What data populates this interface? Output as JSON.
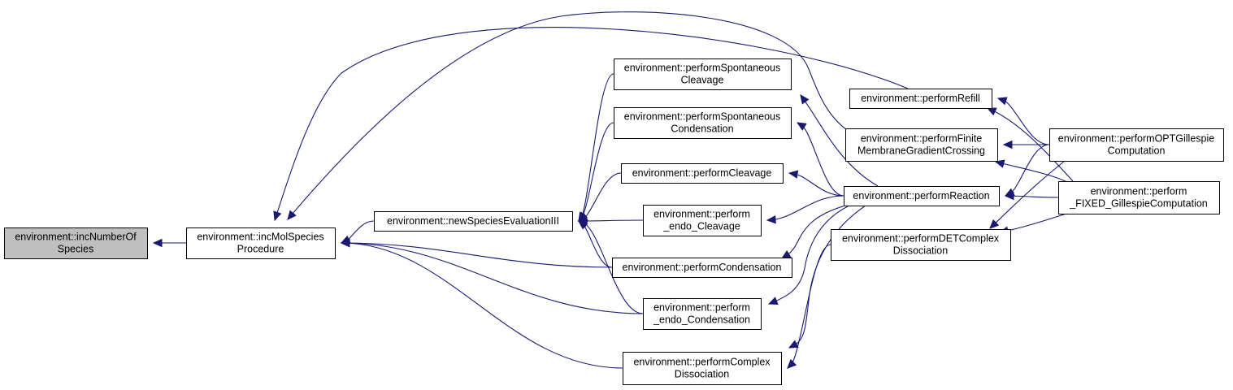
{
  "graph": {
    "nodes": [
      {
        "id": "incNumberOfSpecies",
        "lines": [
          "environment::incNumberOf",
          "Species"
        ],
        "root": true
      },
      {
        "id": "incMolSpeciesProcedure",
        "lines": [
          "environment::incMolSpecies",
          "Procedure"
        ]
      },
      {
        "id": "newSpeciesEvaluationIII",
        "lines": [
          "environment::newSpeciesEvaluationIII"
        ]
      },
      {
        "id": "performSpontaneousCleavage",
        "lines": [
          "environment::performSpontaneous",
          "Cleavage"
        ]
      },
      {
        "id": "performSpontaneousCondensation",
        "lines": [
          "environment::performSpontaneous",
          "Condensation"
        ]
      },
      {
        "id": "performCleavage",
        "lines": [
          "environment::performCleavage"
        ]
      },
      {
        "id": "perform_endo_Cleavage",
        "lines": [
          "environment::perform",
          "_endo_Cleavage"
        ]
      },
      {
        "id": "performCondensation",
        "lines": [
          "environment::performCondensation"
        ]
      },
      {
        "id": "perform_endo_Condensation",
        "lines": [
          "environment::perform",
          "_endo_Condensation"
        ]
      },
      {
        "id": "performComplexDissociation",
        "lines": [
          "environment::performComplex",
          "Dissociation"
        ]
      },
      {
        "id": "performRefill",
        "lines": [
          "environment::performRefill"
        ]
      },
      {
        "id": "performFiniteMembraneGradientCrossing",
        "lines": [
          "environment::performFinite",
          "MembraneGradientCrossing"
        ]
      },
      {
        "id": "performReaction",
        "lines": [
          "environment::performReaction"
        ]
      },
      {
        "id": "performDETComplexDissociation",
        "lines": [
          "environment::performDETComplex",
          "Dissociation"
        ]
      },
      {
        "id": "performOPTGillespieComputation",
        "lines": [
          "environment::performOPTGillespie",
          "Computation"
        ]
      },
      {
        "id": "perform_FIXED_GillespieComputation",
        "lines": [
          "environment::perform",
          "_FIXED_GillespieComputation"
        ]
      }
    ],
    "edges": [
      {
        "from": "incMolSpeciesProcedure",
        "to": "incNumberOfSpecies"
      },
      {
        "from": "newSpeciesEvaluationIII",
        "to": "incMolSpeciesProcedure"
      },
      {
        "from": "performCondensation",
        "to": "incMolSpeciesProcedure"
      },
      {
        "from": "perform_endo_Condensation",
        "to": "incMolSpeciesProcedure"
      },
      {
        "from": "performComplexDissociation",
        "to": "incMolSpeciesProcedure"
      },
      {
        "from": "performRefill",
        "to": "incMolSpeciesProcedure"
      },
      {
        "from": "performFiniteMembraneGradientCrossing",
        "to": "incMolSpeciesProcedure"
      },
      {
        "from": "performSpontaneousCleavage",
        "to": "newSpeciesEvaluationIII"
      },
      {
        "from": "performSpontaneousCondensation",
        "to": "newSpeciesEvaluationIII"
      },
      {
        "from": "performCleavage",
        "to": "newSpeciesEvaluationIII"
      },
      {
        "from": "perform_endo_Cleavage",
        "to": "newSpeciesEvaluationIII"
      },
      {
        "from": "performCondensation",
        "to": "newSpeciesEvaluationIII"
      },
      {
        "from": "perform_endo_Condensation",
        "to": "newSpeciesEvaluationIII"
      },
      {
        "from": "performReaction",
        "to": "performSpontaneousCleavage"
      },
      {
        "from": "performReaction",
        "to": "performSpontaneousCondensation"
      },
      {
        "from": "performReaction",
        "to": "performCleavage"
      },
      {
        "from": "performReaction",
        "to": "perform_endo_Cleavage"
      },
      {
        "from": "performReaction",
        "to": "performCondensation"
      },
      {
        "from": "performReaction",
        "to": "perform_endo_Condensation"
      },
      {
        "from": "performReaction",
        "to": "performComplexDissociation"
      },
      {
        "from": "performDETComplexDissociation",
        "to": "performComplexDissociation"
      },
      {
        "from": "performOPTGillespieComputation",
        "to": "performRefill"
      },
      {
        "from": "perform_FIXED_GillespieComputation",
        "to": "performRefill"
      },
      {
        "from": "performOPTGillespieComputation",
        "to": "performFiniteMembraneGradientCrossing"
      },
      {
        "from": "perform_FIXED_GillespieComputation",
        "to": "performFiniteMembraneGradientCrossing"
      },
      {
        "from": "performOPTGillespieComputation",
        "to": "performReaction"
      },
      {
        "from": "perform_FIXED_GillespieComputation",
        "to": "performReaction"
      },
      {
        "from": "performOPTGillespieComputation",
        "to": "performDETComplexDissociation"
      },
      {
        "from": "perform_FIXED_GillespieComputation",
        "to": "performDETComplexDissociation"
      }
    ]
  },
  "colors": {
    "edge": "#191970",
    "root_fill": "#bfbfbf",
    "node_fill": "#ffffff",
    "node_border": "#000000"
  }
}
